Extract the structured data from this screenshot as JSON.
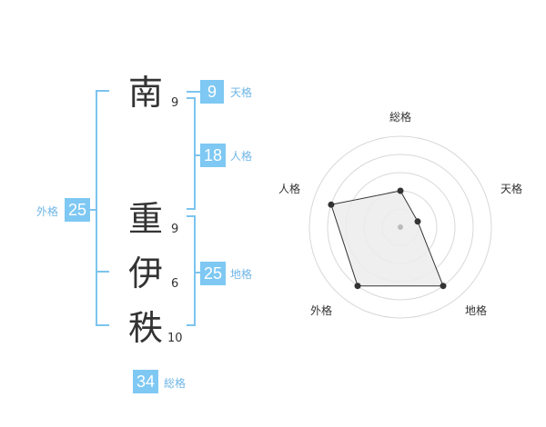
{
  "name": {
    "chars": [
      {
        "char": "南",
        "strokes": "9"
      },
      {
        "char": "重",
        "strokes": "9"
      },
      {
        "char": "伊",
        "strokes": "6"
      },
      {
        "char": "秩",
        "strokes": "10"
      }
    ]
  },
  "fortune": {
    "tenkaku": {
      "value": "9",
      "label": "天格"
    },
    "jinkaku": {
      "value": "18",
      "label": "人格"
    },
    "chikaku": {
      "value": "25",
      "label": "地格"
    },
    "gaikaku": {
      "value": "25",
      "label": "外格"
    },
    "soukaku": {
      "value": "34",
      "label": "総格"
    }
  },
  "radar": {
    "labels": {
      "soukaku": "総格",
      "tenkaku": "天格",
      "chikaku": "地格",
      "gaikaku": "外格",
      "jinkaku": "人格"
    }
  },
  "chart_data": {
    "type": "radar",
    "axes": [
      "総格",
      "天格",
      "地格",
      "外格",
      "人格"
    ],
    "values": [
      0.4,
      0.2,
      0.8,
      0.8,
      0.8
    ],
    "range": [
      0,
      1
    ],
    "rings": 5,
    "colors": {
      "fill": "#ececec",
      "stroke": "#333333",
      "ring": "#d8d8d8",
      "point": "#333333",
      "center": "#bbbbbb"
    }
  },
  "colors": {
    "accent": "#7ec8f3",
    "line": "#7cc4ee"
  }
}
